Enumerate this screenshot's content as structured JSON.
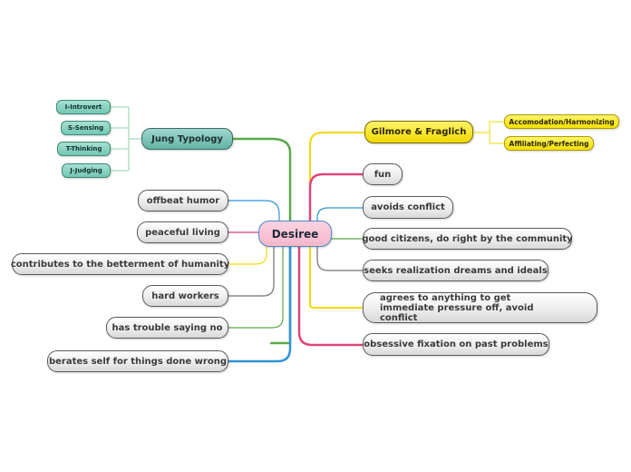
{
  "center": "Desiree",
  "left": {
    "jung_typology": {
      "label": "Jung Typology",
      "items": [
        "I-Introvert",
        "S-Sensing",
        "T-Thinking",
        "J-Judging"
      ]
    },
    "topics": [
      "offbeat humor",
      "peaceful living",
      "contributes to the betterment of humanity",
      "hard workers",
      "has trouble saying no",
      "berates self for things done wrong"
    ]
  },
  "right": {
    "gilmore": {
      "label": "Gilmore & Fraglich",
      "items": [
        "Accomodation/Harmonizing",
        "Affiliating/Perfecting"
      ]
    },
    "topics": [
      "fun",
      "avoids conflict",
      "good citizens, do right by the community",
      "seeks realization dreams and ideals",
      "agrees to anything to get immediate pressure off, avoid conflict",
      "obsessive fixation on past problems"
    ]
  },
  "colors": {
    "green": "#5aa84a",
    "blue": "#2f93d8",
    "pink": "#e0447a",
    "yellow": "#f2d90a",
    "gray": "#8a8a8a",
    "jung": "#63b3a6",
    "center": "#f6b8cb"
  }
}
